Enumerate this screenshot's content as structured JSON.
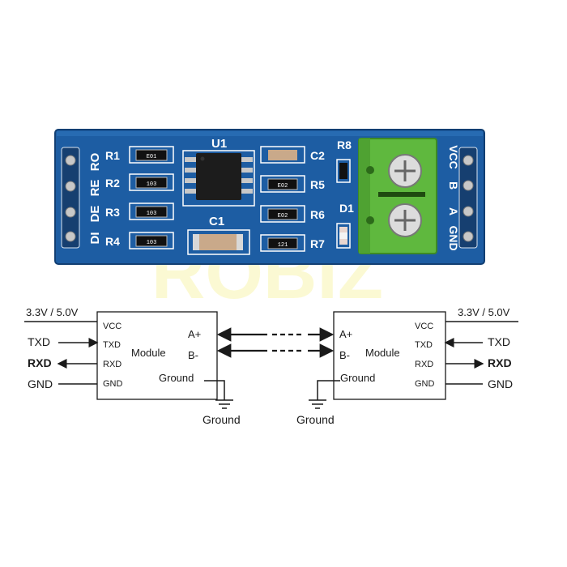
{
  "board": {
    "left_labels": [
      "RO",
      "RE",
      "DE",
      "DI"
    ],
    "resistors_left": [
      {
        "label": "R1",
        "code": "E01"
      },
      {
        "label": "R2",
        "code": "103"
      },
      {
        "label": "R3",
        "code": "103"
      },
      {
        "label": "R4",
        "code": "103"
      }
    ],
    "chip_label": "U1",
    "cap_c1_label": "C1",
    "right_parts": [
      {
        "label": "C2",
        "code": ""
      },
      {
        "label": "R5",
        "code": "E02"
      },
      {
        "label": "R6",
        "code": "E02"
      },
      {
        "label": "R7",
        "code": "121"
      }
    ],
    "r8_label": "R8",
    "d1_label": "D1",
    "right_labels": [
      "VCC",
      "B",
      "A",
      "GND"
    ],
    "colors": {
      "pcb": "#1d5da3",
      "terminal": "#5fb83e",
      "silk": "#ffffff"
    }
  },
  "watermark": "ROBIZ",
  "diagram": {
    "left": {
      "supply": "3.3V / 5.0V",
      "signals": [
        {
          "name": "TXD",
          "direction": "in"
        },
        {
          "name": "RXD",
          "direction": "out"
        },
        {
          "name": "GND",
          "direction": "none"
        }
      ],
      "pins": [
        "VCC",
        "TXD",
        "RXD",
        "GND"
      ],
      "module_label": "Module",
      "line_pins": [
        "A+",
        "B-"
      ],
      "ground_pin": "Ground",
      "ground_symbol_label": "Ground"
    },
    "right": {
      "supply": "3.3V / 5.0V",
      "signals": [
        {
          "name": "TXD",
          "direction": "in"
        },
        {
          "name": "RXD",
          "direction": "out"
        },
        {
          "name": "GND",
          "direction": "none"
        }
      ],
      "pins": [
        "VCC",
        "TXD",
        "RXD",
        "GND"
      ],
      "module_label": "Module",
      "line_pins": [
        "A+",
        "B-"
      ],
      "ground_pin": "Ground",
      "ground_symbol_label": "Ground"
    }
  }
}
